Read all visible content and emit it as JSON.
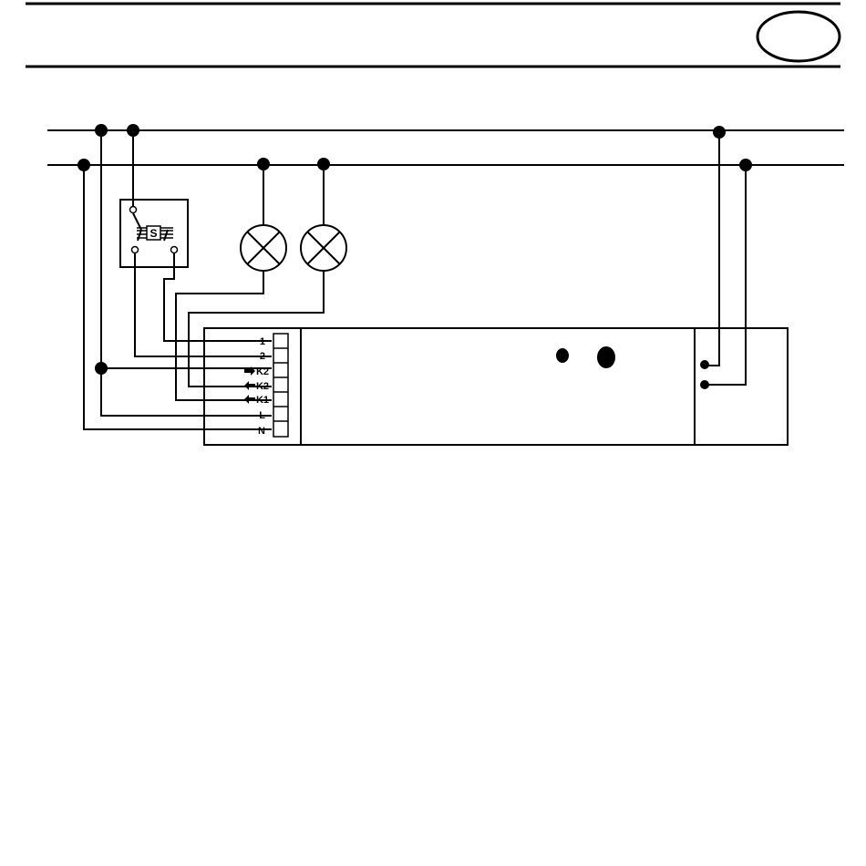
{
  "header": {
    "badge_text": ""
  },
  "terminals": [
    {
      "label": "1"
    },
    {
      "label": "2"
    },
    {
      "label": "K2",
      "arrow": "in"
    },
    {
      "label": "K2",
      "arrow": "out"
    },
    {
      "label": "K1",
      "arrow": "out"
    },
    {
      "label": "L"
    },
    {
      "label": "N"
    }
  ],
  "switch": {
    "letter": "S"
  },
  "colors": {
    "ink": "#000000",
    "background": "#ffffff"
  }
}
